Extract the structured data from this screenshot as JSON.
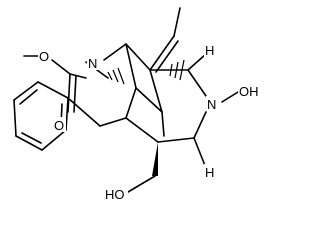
{
  "atoms": {
    "methoxy_o": "O",
    "indoline_n": "N",
    "carbonyl_o": "O",
    "n_hydroxy": "N",
    "oh_on_n": "OH",
    "h_top": "H",
    "h_bottom": "H",
    "hydroxymethyl": "HO"
  }
}
